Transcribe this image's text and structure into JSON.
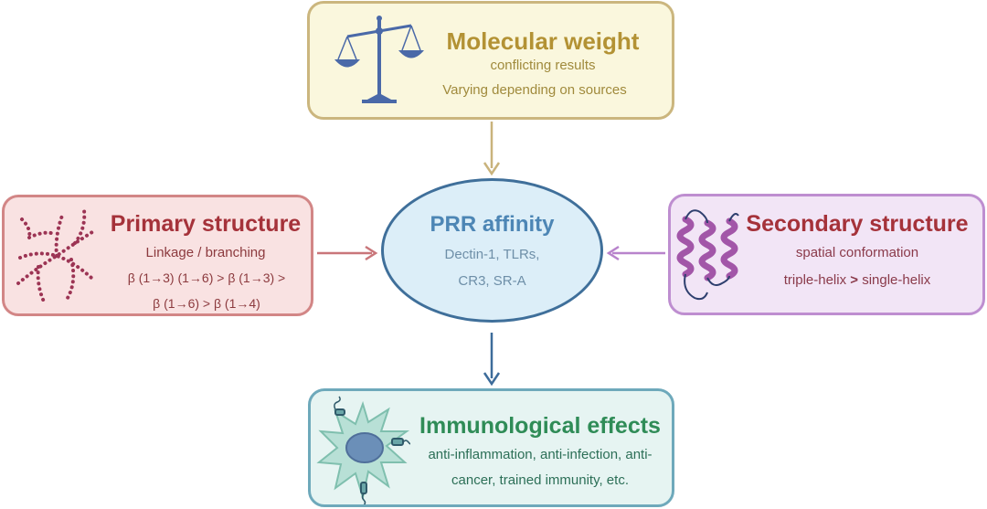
{
  "molecular_weight": {
    "title": "Molecular weight",
    "line1": "conflicting results",
    "line2": "Varying depending  on sources",
    "icon": "balance-scale-icon",
    "color": "#cbb67e"
  },
  "primary_structure": {
    "title": "Primary structure",
    "line1": "Linkage / branching",
    "line2": "β (1→3) (1→6) > β (1→3) >",
    "line3": "β (1→6) > β (1→4)",
    "icon": "branched-polymer-icon",
    "color": "#d28686"
  },
  "prr_affinity": {
    "title": "PRR affinity",
    "line1": "Dectin-1, TLRs,",
    "line2": "CR3, SR-A",
    "color": "#3f6f9a"
  },
  "secondary_structure": {
    "title": "Secondary structure",
    "line1": "spatial conformation",
    "line2_a": "triple-helix ",
    "line2_gt": ">",
    "line2_b": " single-helix",
    "icon": "helix-protein-icon",
    "color": "#be8ed0"
  },
  "immunological_effects": {
    "title": "Immunological effects",
    "line1": "anti-inflammation, anti-infection, anti-",
    "line2": "cancer, trained immunity, etc.",
    "icon": "immune-cell-icon",
    "color": "#6ea9bb"
  }
}
